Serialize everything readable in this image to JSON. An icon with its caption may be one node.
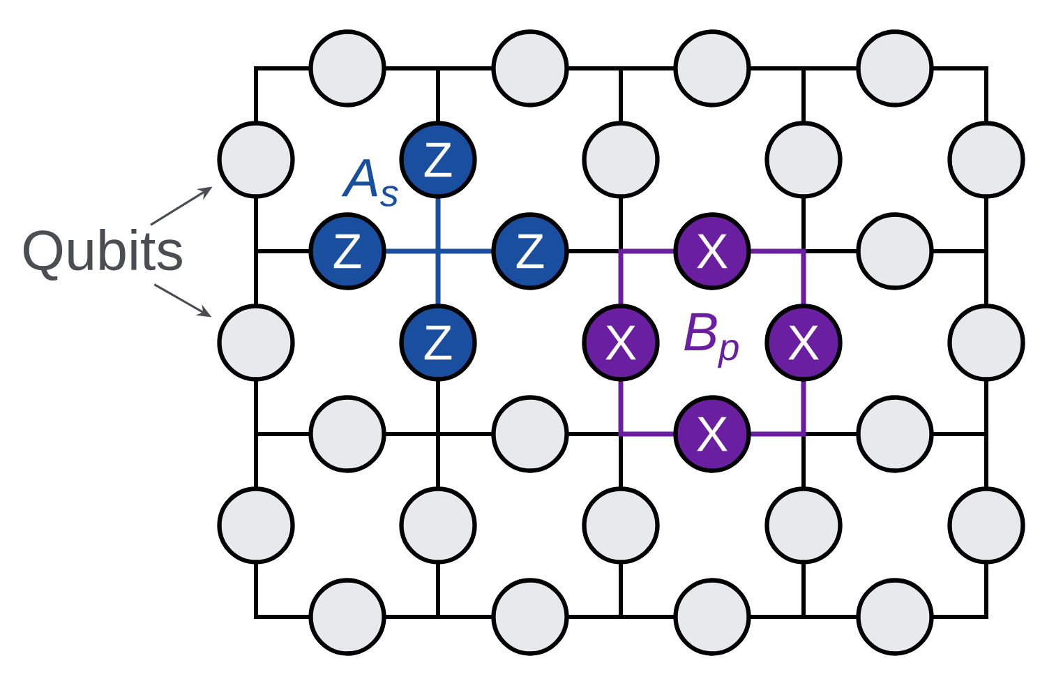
{
  "diagram": {
    "nodes": [
      {
        "text": [
          "Qubits"
        ]
      },
      {
        "text": [],
        "shape": "circle"
      },
      {
        "text": [],
        "shape": "circle"
      },
      {
        "text": [],
        "shape": "circle"
      },
      {
        "text": [],
        "shape": "circle"
      },
      {
        "text": [],
        "shape": "circle"
      },
      {
        "text": [
          "Z"
        ]
      },
      {
        "text": [],
        "shape": "circle"
      },
      {
        "text": [],
        "shape": "circle"
      },
      {
        "text": [],
        "shape": "circle"
      },
      {
        "text": [
          "Z"
        ]
      },
      {
        "text": [
          "Z"
        ]
      },
      {
        "text": [
          "X"
        ]
      },
      {
        "text": [],
        "shape": "circle"
      },
      {
        "text": [],
        "shape": "circle"
      },
      {
        "text": [
          "Z"
        ]
      },
      {
        "text": [
          "X"
        ]
      },
      {
        "text": [
          "X"
        ]
      },
      {
        "text": [],
        "shape": "circle"
      },
      {
        "text": [],
        "shape": "circle"
      },
      {
        "text": [],
        "shape": "circle"
      },
      {
        "text": [
          "X"
        ]
      },
      {
        "text": [],
        "shape": "circle"
      },
      {
        "text": [],
        "shape": "circle"
      },
      {
        "text": [],
        "shape": "circle"
      },
      {
        "text": [],
        "shape": "circle"
      },
      {
        "text": [],
        "shape": "circle"
      },
      {
        "text": [],
        "shape": "circle"
      },
      {
        "text": [],
        "shape": "circle"
      },
      {
        "text": [],
        "shape": "circle"
      },
      {
        "text": [],
        "shape": "circle"
      },
      {
        "text": [],
        "shape": "circle"
      }
    ],
    "edges": [
      {
        "from": 0,
        "to": 5,
        "arrow": "to"
      },
      {
        "from": 0,
        "to": 14,
        "arrow": "to"
      },
      {
        "from": 6,
        "to": 15,
        "arrow": "none",
        "color": "#1a4fa0"
      },
      {
        "from": 10,
        "to": 11,
        "arrow": "none",
        "color": "#1a4fa0"
      },
      {
        "from": 12,
        "to": 16,
        "arrow": "none",
        "color": "#6a1fa0"
      },
      {
        "from": 12,
        "to": 17,
        "arrow": "none",
        "color": "#6a1fa0"
      },
      {
        "from": 21,
        "to": 16,
        "arrow": "none",
        "color": "#6a1fa0"
      },
      {
        "from": 21,
        "to": 17,
        "arrow": "none",
        "color": "#6a1fa0"
      }
    ],
    "labels": [
      "A$_{s}$",
      "B$_{p}$"
    ]
  }
}
